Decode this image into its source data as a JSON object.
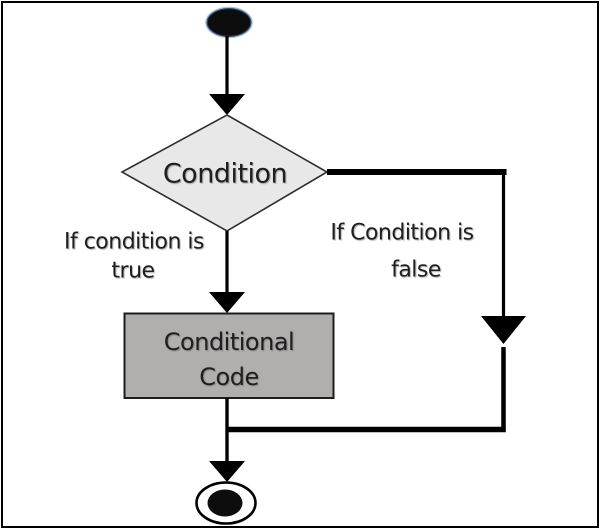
{
  "diagram": {
    "type": "flowchart",
    "subject": "if-statement decision flow",
    "nodes": {
      "start": {
        "name": "start-terminal"
      },
      "condition": {
        "label": "Condition"
      },
      "conditional_code": {
        "lines": [
          "Conditional",
          "Code"
        ]
      },
      "end": {
        "name": "end-terminal"
      }
    },
    "branches": {
      "true_branch": {
        "lines": [
          "If condition is",
          "true"
        ]
      },
      "false_branch": {
        "lines": [
          "If Condition is",
          "false"
        ]
      }
    },
    "colors": {
      "background": "#ffffff",
      "frame_border": "#000000",
      "diamond_fill": "#e9e8e8",
      "diamond_stroke": "#2f2f2f",
      "process_box_fill": "#b1aeae",
      "process_box_stroke": "#1c1c1c",
      "flow_line": "#000000",
      "text": "#1f1f1f",
      "terminal_fill": "#0d0d0d",
      "terminal_halo": "#4f81bd"
    }
  }
}
